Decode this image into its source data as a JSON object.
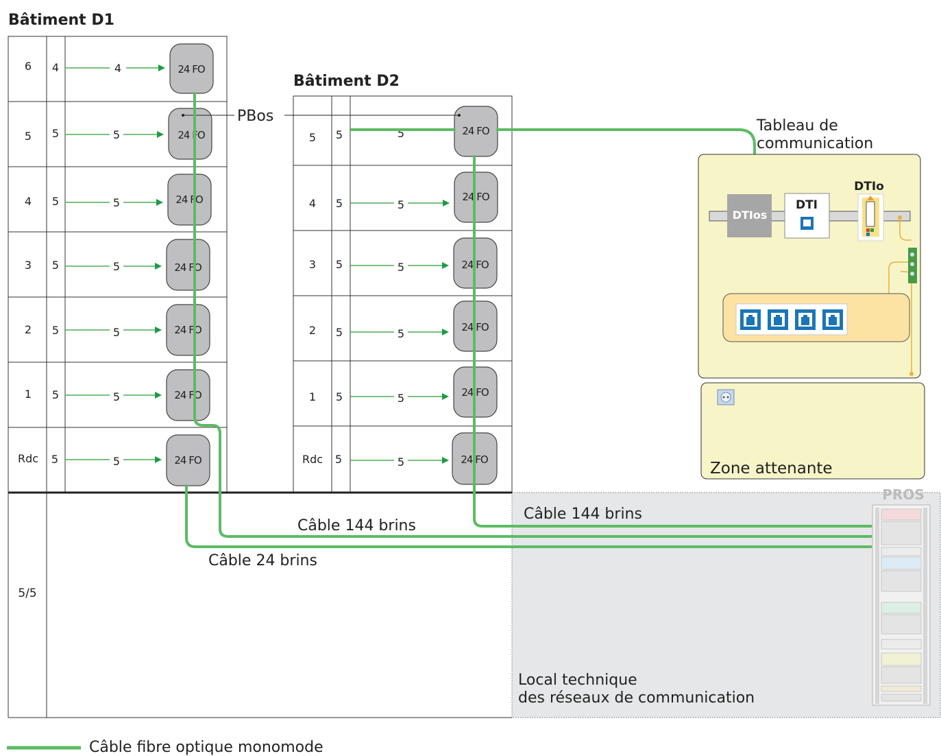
{
  "title_d1": "Bâtiment D1",
  "title_d2": "Bâtiment D2",
  "pbos": "PBos",
  "box_label": "24 FO",
  "d1_floors": [
    {
      "floor": "6",
      "count": "4",
      "arrow": "4"
    },
    {
      "floor": "5",
      "count": "5",
      "arrow": "5"
    },
    {
      "floor": "4",
      "count": "5",
      "arrow": "5"
    },
    {
      "floor": "3",
      "count": "5",
      "arrow": "5"
    },
    {
      "floor": "2",
      "count": "5",
      "arrow": "5"
    },
    {
      "floor": "1",
      "count": "5",
      "arrow": "5"
    },
    {
      "floor": "Rdc",
      "count": "5",
      "arrow": "5"
    }
  ],
  "d2_floors": [
    {
      "floor": "5",
      "count": "5",
      "arrow": "5"
    },
    {
      "floor": "4",
      "count": "5",
      "arrow": "5"
    },
    {
      "floor": "3",
      "count": "5",
      "arrow": "5"
    },
    {
      "floor": "2",
      "count": "5",
      "arrow": "5"
    },
    {
      "floor": "1",
      "count": "5",
      "arrow": "5"
    },
    {
      "floor": "Rdc",
      "count": "5",
      "arrow": "5"
    }
  ],
  "basement_label": "5/5",
  "cable_d1_144": "Câble 144 brins",
  "cable_d1_24": "Câble 24 brins",
  "cable_d2_144": "Câble 144 brins",
  "local_tech_line1": "Local technique",
  "local_tech_line2": "des réseaux de communication",
  "pros": "PROS",
  "tableau_line1": "Tableau de",
  "tableau_line2": "communication",
  "dtios": "DTIos",
  "dti": "DTI",
  "dtio": "DTIo",
  "zone_attenante": "Zone attenante",
  "legend": "Câble fibre optique monomode",
  "colors": {
    "fiber": "#5dbb63",
    "tableau": "#f7f5c8",
    "board": "#fde3a3",
    "local": "#e6e7e8",
    "accent": "#1a75b8"
  }
}
